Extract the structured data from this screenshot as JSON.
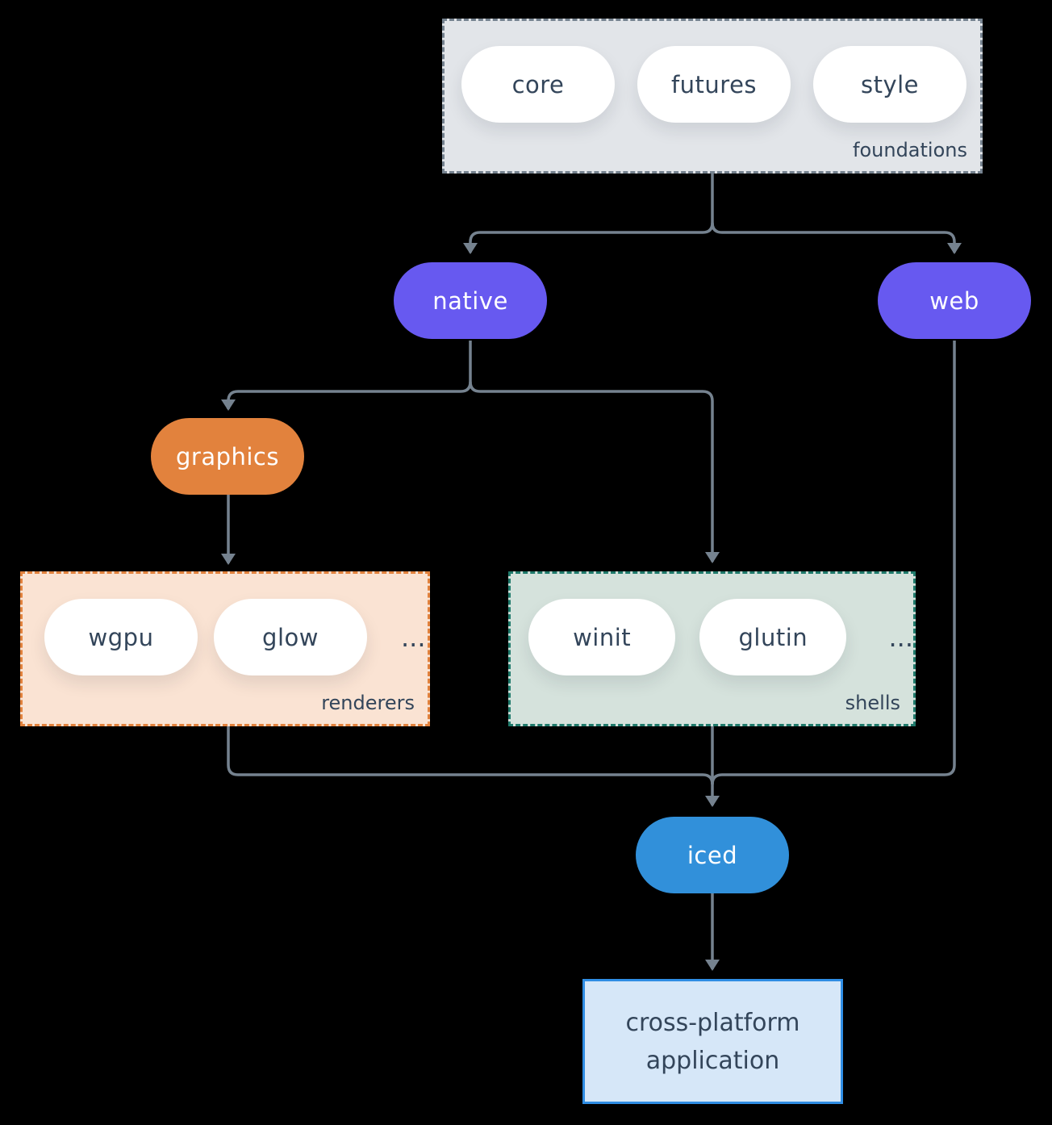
{
  "diagram": {
    "background_color": "#000000",
    "connector_color": "#75828f",
    "text_color": "#33455a",
    "groups": {
      "foundations": {
        "label": "foundations",
        "items": [
          "core",
          "futures",
          "style"
        ],
        "fill": "#e2e5e9",
        "border": "#75828f"
      },
      "renderers": {
        "label": "renderers",
        "items": [
          "wgpu",
          "glow"
        ],
        "more": "...",
        "fill": "#fae3d3",
        "border": "#e2823d"
      },
      "shells": {
        "label": "shells",
        "items": [
          "winit",
          "glutin"
        ],
        "more": "...",
        "fill": "#d5e2dc",
        "border": "#1f7a6b"
      }
    },
    "nodes": {
      "native": {
        "label": "native",
        "fill": "#6759f0"
      },
      "web": {
        "label": "web",
        "fill": "#6759f0"
      },
      "graphics": {
        "label": "graphics",
        "fill": "#e2823d"
      },
      "iced": {
        "label": "iced",
        "fill": "#3190da"
      },
      "application": {
        "label": "cross-platform application",
        "fill": "#d6e7f8",
        "border": "#2f8de4"
      }
    }
  }
}
